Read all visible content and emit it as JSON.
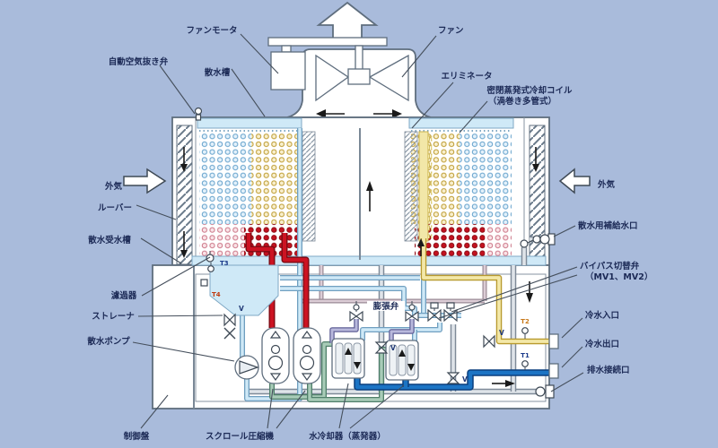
{
  "labels": {
    "fan_motor": "ファンモータ",
    "fan": "ファン",
    "auto_air_vent": "自動空気抜き弁",
    "spray_tank": "散水槽",
    "eliminator": "エリミネータ",
    "cooling_coil_1": "密閉蒸発式冷却コイル",
    "cooling_coil_2": "（渦巻き多管式）",
    "outside_air_left": "外気",
    "outside_air_right": "外気",
    "louver": "ルーバー",
    "spray_receiver_tank": "散水受水槽",
    "makeup_water_port": "散水用補給水口",
    "filter": "濾過器",
    "bypass_valve_1": "バイパス切替弁",
    "bypass_valve_2": "（MV1、MV2）",
    "strainer": "ストレーナ",
    "expansion_valve": "膨張弁",
    "spray_pump": "散水ポンプ",
    "chilled_water_inlet": "冷水入口",
    "chilled_water_outlet": "冷水出口",
    "drain_port": "排水接続口",
    "control_panel": "制御盤",
    "scroll_compressor": "スクロール圧縮機",
    "water_cooler": "水冷却器（蒸発器）"
  },
  "sensors": {
    "t1": "T1",
    "t2": "T2",
    "t3": "T3",
    "t4": "T4"
  },
  "valve_label": "V",
  "colors": {
    "background": "#a9bbdb",
    "cabinet_fill": "#ffffff",
    "outline": "#5f6e7e",
    "water": "#cfe9f7",
    "coil_tube_blue": "#6fa8cf",
    "coil_tube_gold": "#c2a23e",
    "coil_tube_hot_red": "#c41220",
    "pipe_hot_gas_red": "#cc1322",
    "pipe_chilled_out_blue": "#1c74c4",
    "pipe_chilled_in_yellow": "#f3e8a8",
    "pipe_suction_green": "#a8ccb8",
    "pipe_liquid_lavender": "#b8b8dc",
    "pipe_spray_pale_blue": "#cfe9f7",
    "pipe_drain_gray": "#dfe4e9",
    "label_text": "#1c2a56"
  }
}
